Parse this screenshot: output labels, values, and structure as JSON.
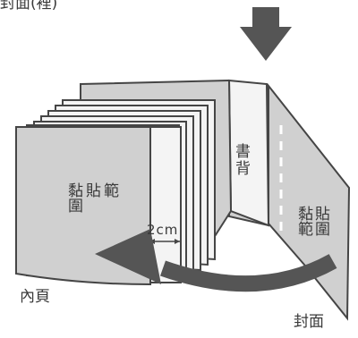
{
  "header": {
    "title_fragment": "封面(裡)"
  },
  "diagram": {
    "inner_pages_label": "內頁",
    "cover_label": "封面",
    "spine_label": "書背",
    "glue_area_pages": "黏貼範圍",
    "glue_area_cover": "黏貼範圍",
    "measure_label": "2cm"
  },
  "colors": {
    "paper_grey": "#d0d0d0",
    "paper_light": "#f4f4f4",
    "outline": "#454545",
    "arrow": "#555555",
    "text": "#3a3a3a"
  }
}
